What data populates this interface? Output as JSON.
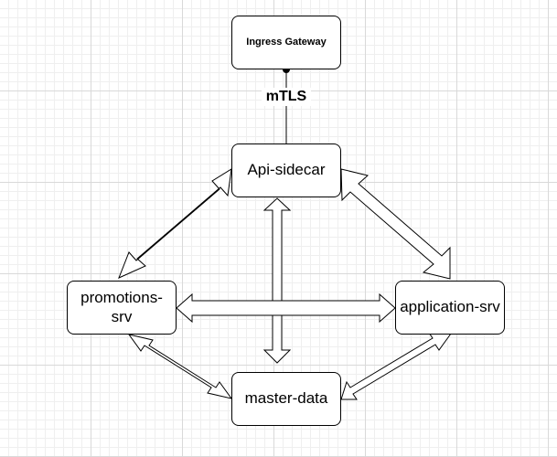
{
  "nodes": {
    "gateway": {
      "label": "Ingress Gateway"
    },
    "api": {
      "label": "Api-sidecar"
    },
    "promotions": {
      "label": "promotions-srv"
    },
    "application": {
      "label": "application-srv"
    },
    "master": {
      "label": "master-data"
    }
  },
  "edges": {
    "gateway_api": {
      "label": "mTLS"
    }
  },
  "colors": {
    "stroke": "#000000",
    "grid": "#d9d9d9",
    "background": "#ffffff"
  }
}
